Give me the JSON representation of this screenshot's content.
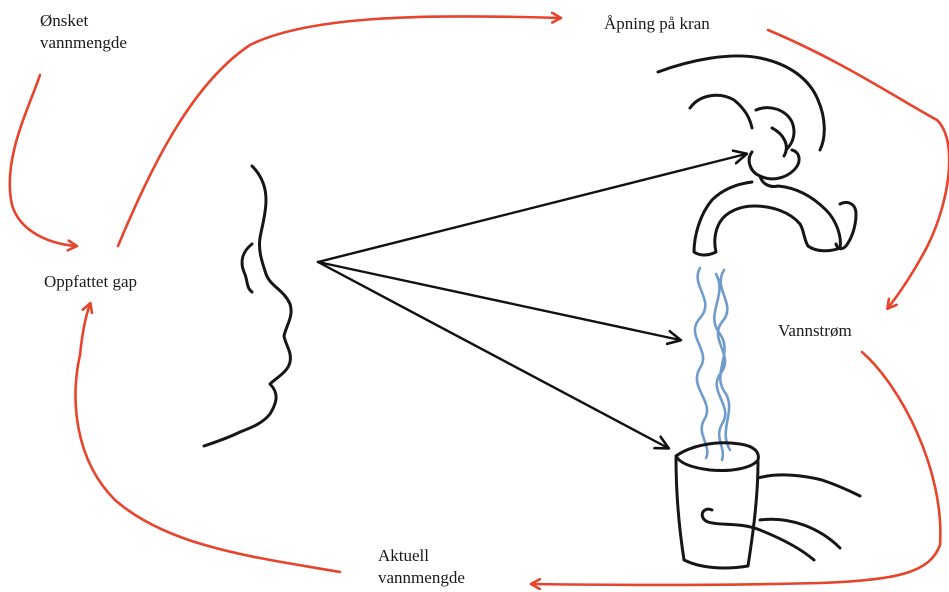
{
  "labels": {
    "desired": [
      "Ønsket",
      "vannmengde"
    ],
    "faucet_opening": "Åpning på kran",
    "perceived_gap": "Oppfattet gap",
    "water_flow": "Vannstrøm",
    "actual": [
      "Aktuell",
      "vannmengde"
    ]
  },
  "colors": {
    "feedback_arrow": "#e8442c",
    "sketch_ink": "#161616",
    "water": "#6f9ccc"
  }
}
